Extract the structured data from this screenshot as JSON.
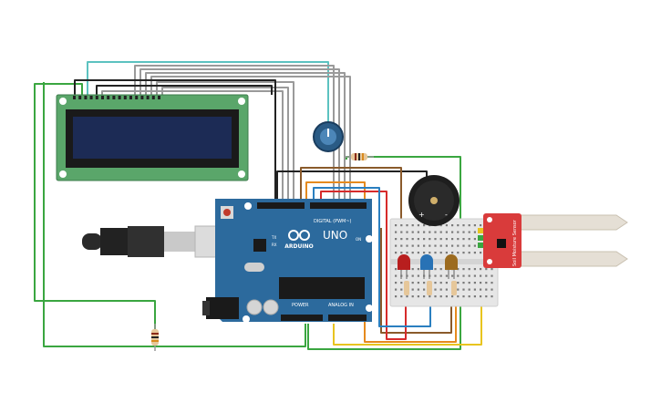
{
  "arduino": {
    "brand": "ARDUINO",
    "model": "UNO",
    "digital_label": "DIGITAL (PWM~)",
    "power_label": "POWER",
    "analog_label": "ANALOG IN",
    "on_label": "ON",
    "tx_label": "TX",
    "rx_label": "RX"
  },
  "soil_sensor": {
    "label": "Soil Moisture Sensor"
  },
  "buzzer": {
    "plus_label": "+",
    "minus_label": "-"
  },
  "colors": {
    "arduino_board": "#2c6a9d",
    "lcd_pcb": "#5aa66a",
    "lcd_screen": "#1c2b55",
    "sensor_board": "#d93b3b",
    "breadboard": "#e8e8e8",
    "wire_green": "#3aa640",
    "wire_gray": "#999999",
    "wire_black": "#222222",
    "wire_cyan": "#5cc2c0",
    "wire_red": "#d62b2b",
    "wire_orange": "#e68a1e",
    "wire_yellow": "#e8c41f",
    "wire_blue": "#2a7fc0",
    "wire_brown": "#8a5a2b",
    "led_red": "#b81e1e",
    "led_blue": "#2872b5",
    "led_yellow": "#9c6b1f"
  },
  "icons": [
    "potentiometer-icon",
    "usb-cable-icon",
    "buzzer-icon",
    "reset-button-icon",
    "power-jack-icon"
  ]
}
